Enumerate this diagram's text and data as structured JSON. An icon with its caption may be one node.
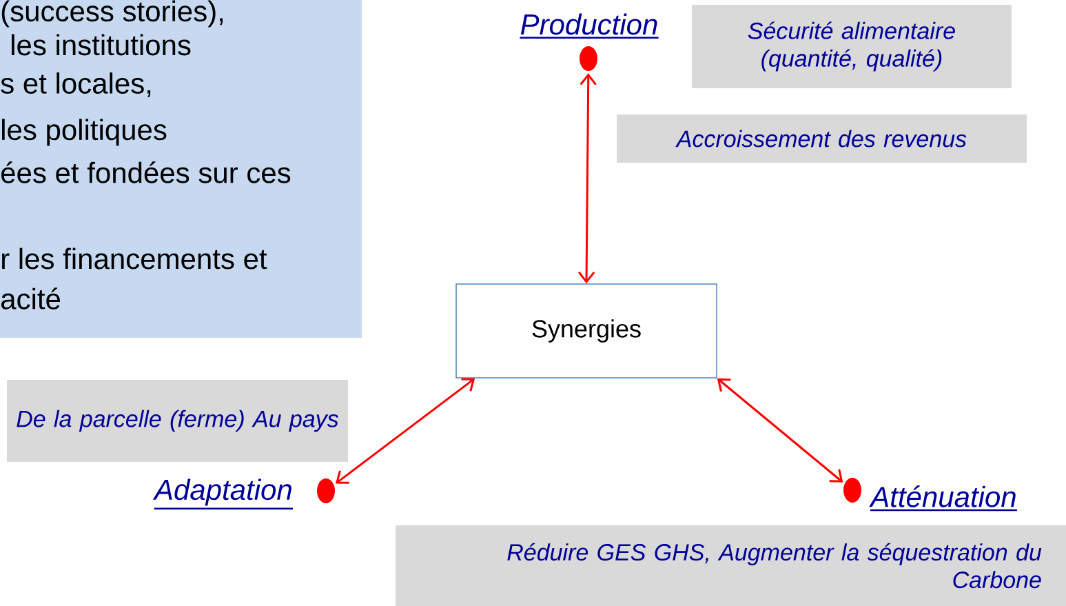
{
  "diagram": {
    "nodes": [
      {
        "text": [
          "(success stories),",
          "les institutions",
          "s et locales,",
          "les politiques",
          "ées et fondées sur ces",
          "r les financements et",
          "acité"
        ]
      },
      {
        "text": [],
        "shape": "circle",
        "beside": [
          "Production"
        ]
      },
      {
        "text": [
          "Sécurité alimentaire (quantité, qualité)"
        ]
      },
      {
        "text": [
          "Accroissement des revenus"
        ]
      },
      {
        "text": [
          "Synergies"
        ]
      },
      {
        "text": [
          "De la parcelle (ferme) Au pays"
        ]
      },
      {
        "text": [],
        "shape": "circle",
        "beside": [
          "Adaptation"
        ]
      },
      {
        "text": [],
        "shape": "circle",
        "beside": [
          "Atténuation"
        ]
      },
      {
        "text": [
          "Réduire GES GHS, Augmenter la séquestration du Carbone"
        ]
      }
    ],
    "edges": [
      {
        "from": 4,
        "to": 1,
        "arrow": "both"
      },
      {
        "from": 4,
        "to": 6,
        "arrow": "both"
      },
      {
        "from": 4,
        "to": 7,
        "arrow": "both"
      }
    ]
  }
}
